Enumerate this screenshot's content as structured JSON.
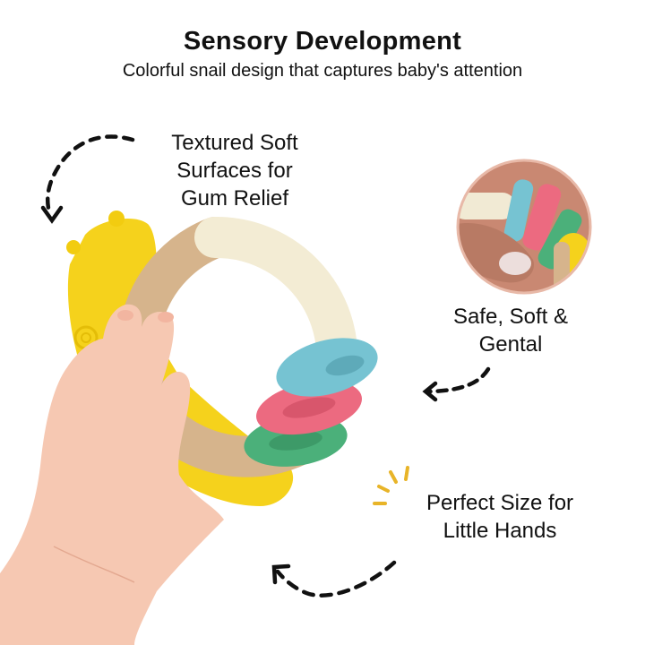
{
  "header": {
    "title": "Sensory Development",
    "subtitle": "Colorful snail design that captures baby's attention"
  },
  "features": [
    {
      "id": "textured",
      "lines": [
        "Textured Soft",
        "Surfaces for",
        "Gum Relief"
      ],
      "icon": "dashed-curved-arrow-down-icon"
    },
    {
      "id": "safe",
      "lines": [
        "Safe, Soft &",
        "Gental"
      ],
      "icon": "dashed-arrow-left-icon",
      "inset_image": "closeup-fingers-holding-rings"
    },
    {
      "id": "size",
      "lines": [
        "Perfect Size for",
        "Little Hands"
      ],
      "icon": "dashed-curved-arrow-up-left-icon",
      "accent_icon": "sparkle-lines-icon"
    }
  ],
  "product_image": {
    "description": "baby hand holding snail teether ring",
    "colors": {
      "yellow_shell": "#f5d21c",
      "tan_ring": "#d6b48c",
      "cream_ring": "#f3ecd4",
      "blue_ring": "#76c3d2",
      "pink_ring": "#ec6a80",
      "green_ring": "#4bb07a",
      "skin": "#f6c8b2"
    }
  },
  "colors": {
    "text": "#111111",
    "accent": "#e8b428",
    "inset_border": "#e8b9a8",
    "background": "#ffffff"
  }
}
